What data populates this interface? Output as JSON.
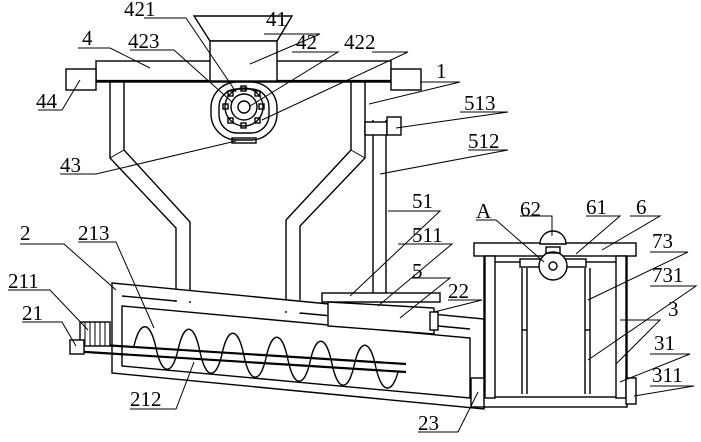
{
  "labels": {
    "l421": "421",
    "l41": "41",
    "l4": "4",
    "l423": "423",
    "l42": "42",
    "l422": "422",
    "l1": "1",
    "l44": "44",
    "l513": "513",
    "l512": "512",
    "l43": "43",
    "l51": "51",
    "l2": "2",
    "l213": "213",
    "l511": "511",
    "lA": "A",
    "l62": "62",
    "l61": "61",
    "l6": "6",
    "l73": "73",
    "l5": "5",
    "l22": "22",
    "l211": "211",
    "l731": "731",
    "l21": "21",
    "l3": "3",
    "l31": "31",
    "l311": "311",
    "l212": "212",
    "l23": "23"
  }
}
